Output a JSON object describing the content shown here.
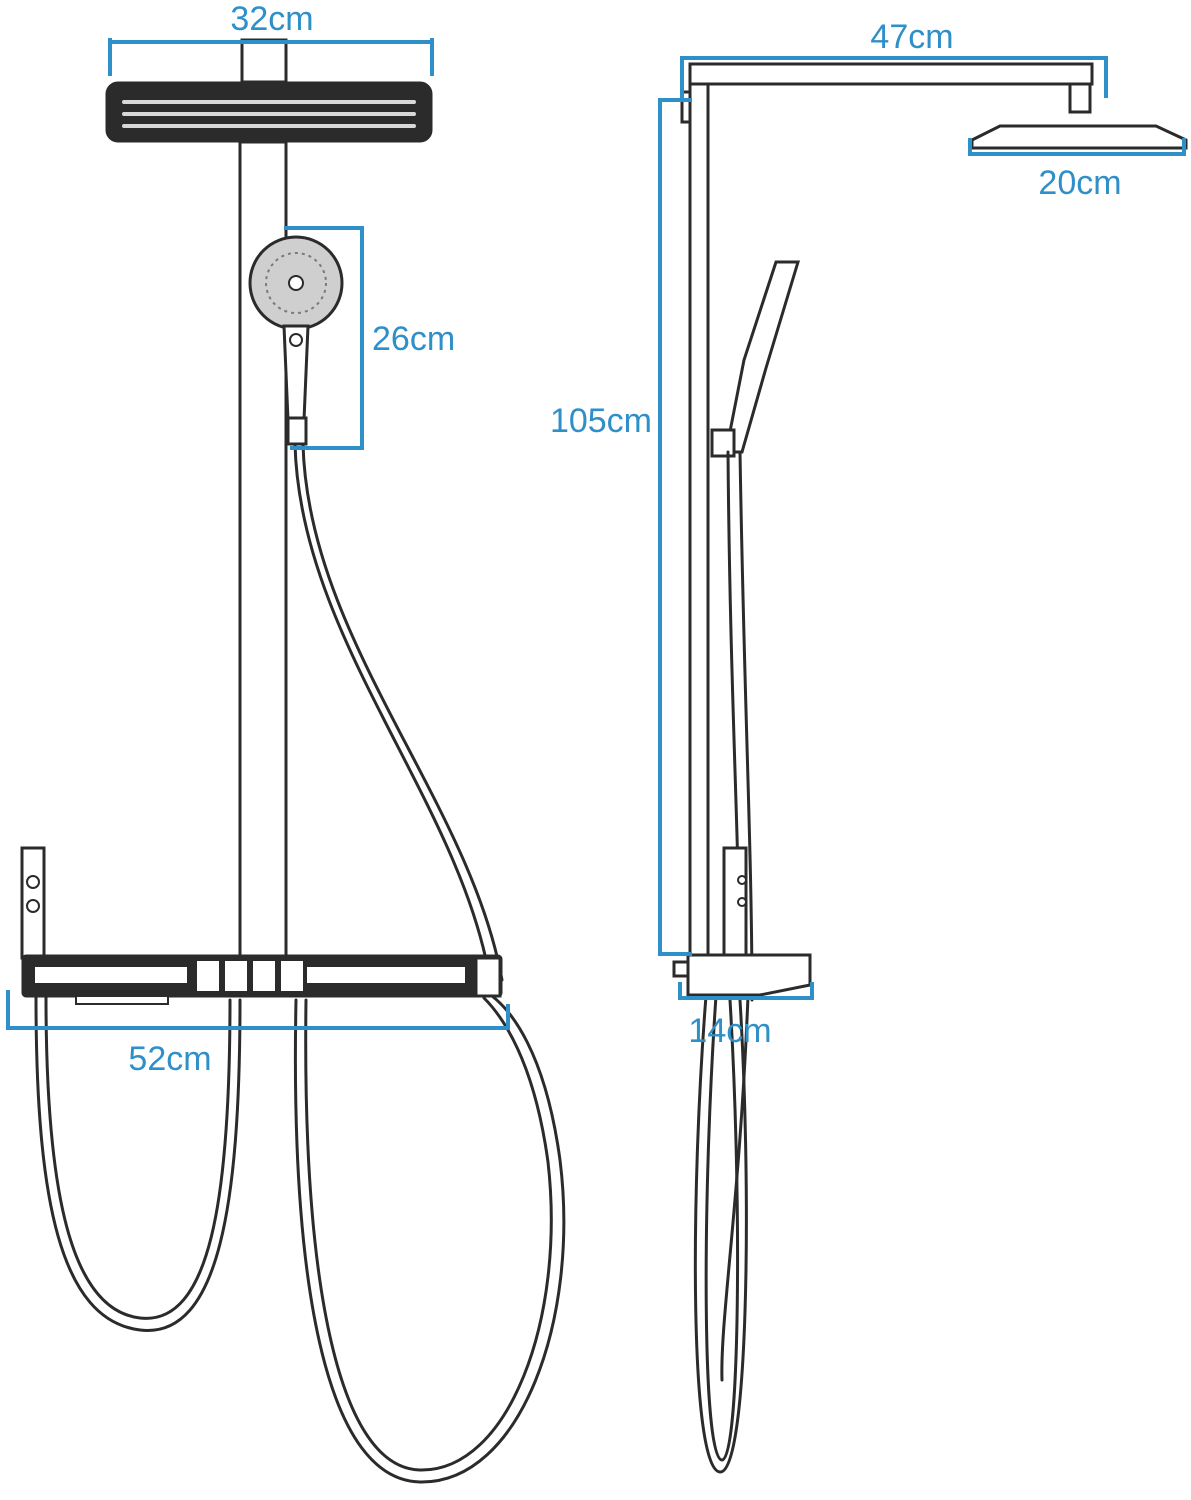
{
  "dimensions": {
    "front_head_width": "32cm",
    "hand_shower_height": "26cm",
    "shelf_width": "52cm",
    "arm_length": "47cm",
    "side_head_diameter": "20cm",
    "column_height": "105cm",
    "shelf_depth": "14cm"
  },
  "colors": {
    "dimension": "#2e8fc9",
    "outline": "#2b2b2b"
  }
}
